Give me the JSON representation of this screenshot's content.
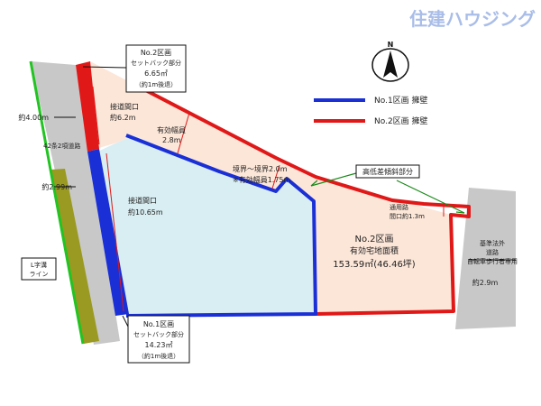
{
  "logo": {
    "text": "住建ハウジング",
    "color": "#a9bde8"
  },
  "compass": {
    "letter": "N"
  },
  "legend": {
    "items": [
      {
        "label": "No.1区画 擁壁",
        "color": "#1a2fd6"
      },
      {
        "label": "No.2区画 擁壁",
        "color": "#e01818"
      }
    ]
  },
  "notes": {
    "setback2": [
      "No.2区画",
      "セットバック部分",
      "6.65㎡",
      "（約1m後退）"
    ],
    "setback1": [
      "No.1区画",
      "セットバック部分",
      "14.23㎡",
      "（約1m後退）"
    ],
    "road_width_top": "約4.00m",
    "road_width_mid": "約2.99m",
    "road_type": "42条2項道路",
    "frontage2": [
      "接道間口",
      "約6.2m"
    ],
    "effective_width": [
      "有効幅員",
      "2.8m"
    ],
    "frontage1": [
      "接道間口",
      "約10.65m"
    ],
    "boundary": [
      "境界～境界2.0m",
      "※有効幅員1.75m"
    ],
    "slope": "高低差傾斜部分",
    "passage": [
      "通用路",
      "間口約1.3m"
    ],
    "lot2_title": "No.2区画",
    "lot2_label": "有効宅地面積",
    "lot2_area": "153.59㎡(46.46坪)",
    "right_road": [
      "基準法外",
      "道路",
      "自転車歩行者専用"
    ],
    "right_road_width": "約2.9m",
    "ditch": [
      "L字溝",
      "ライン"
    ]
  },
  "colors": {
    "lot1_fill": "#d9eef2",
    "lot2_fill": "#fce6d8",
    "road_gray": "#c8c8c8",
    "ditch_fill": "#9a9a22",
    "green_line": "#22c422",
    "red": "#e01818",
    "blue": "#1a2fd6"
  }
}
